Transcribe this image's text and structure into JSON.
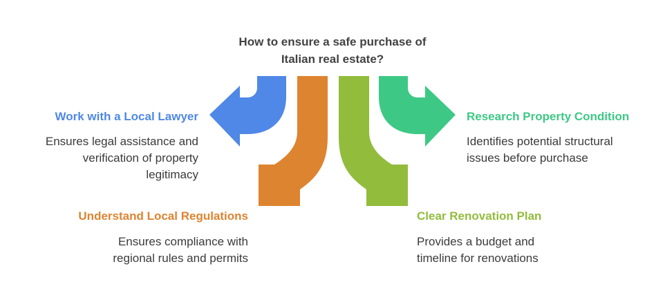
{
  "title_lines": [
    "How to ensure a safe purchase of",
    "Italian real estate?"
  ],
  "colors": {
    "blue": "#4F88E6",
    "orange": "#DD8430",
    "green": "#92BC3C",
    "teal": "#3DC985",
    "title": "#424242",
    "text": "#3A3A3A"
  },
  "items": [
    {
      "heading": "Work with a Local Lawyer",
      "lines": [
        "Ensures legal assistance and",
        "verification of property",
        "legitimacy"
      ],
      "color": "#4F88E6",
      "arrow_icon": "arrow-curving-left-icon"
    },
    {
      "heading": "Understand Local Regulations",
      "lines": [
        "Ensures compliance with",
        "regional rules and permits"
      ],
      "color": "#DD8430",
      "arrow_icon": "arrow-curving-down-left-icon"
    },
    {
      "heading": "Clear Renovation Plan",
      "lines": [
        "Provides a budget and",
        "timeline for renovations"
      ],
      "color": "#92BC3C",
      "arrow_icon": "arrow-curving-down-right-icon"
    },
    {
      "heading": "Research Property Condition",
      "lines": [
        "Identifies potential structural",
        "issues before purchase"
      ],
      "color": "#3DC985",
      "arrow_icon": "arrow-curving-right-icon"
    }
  ]
}
